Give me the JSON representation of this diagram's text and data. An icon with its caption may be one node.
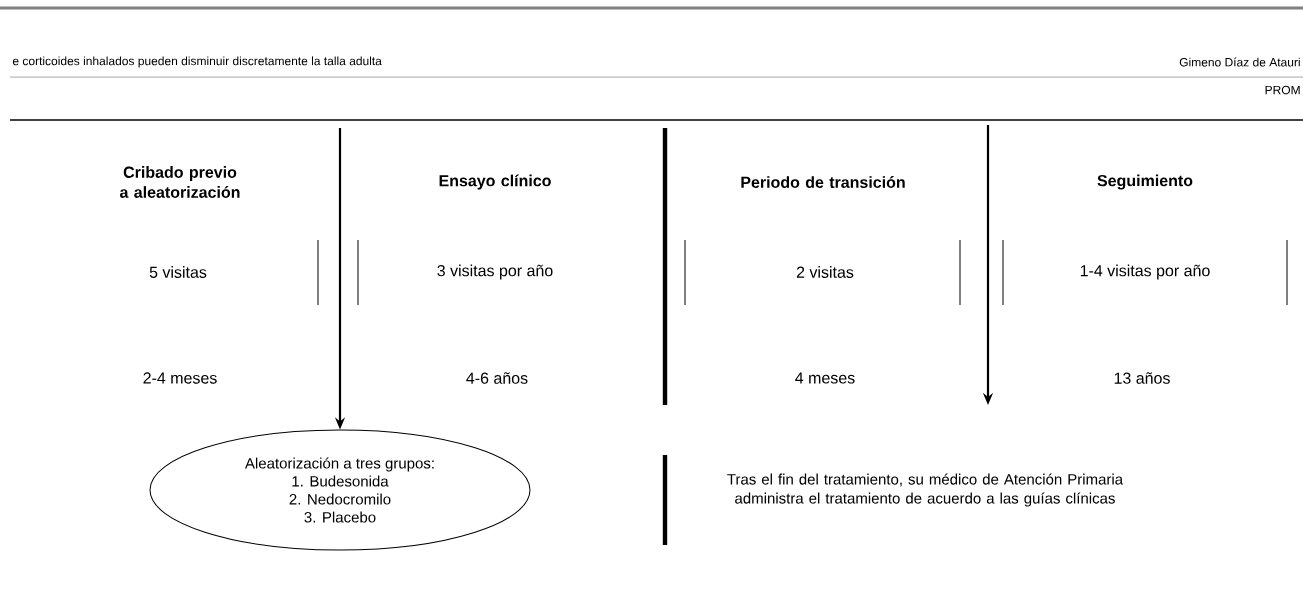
{
  "diagram": {
    "nodes": [
      {
        "text": [
          "Aleatorización a tres grupos:",
          "1. Budesonida",
          "2. Nedocromilo",
          "3. Placebo"
        ]
      },
      {
        "text": [
          "Tras el fin del tratamiento, su médico de Atención Primaria administra el tratamiento de acuerdo a las guías clínicas"
        ]
      }
    ],
    "edges": [
      {
        "from": null,
        "to": 0,
        "arrow": "to"
      },
      {
        "from": null,
        "to": 1,
        "arrow": "to"
      }
    ],
    "labels": [
      "e corticoides inhalados pueden disminuir discretamente la talla adulta",
      "Gimeno Díaz de Atauri",
      "PROM",
      "Cribado previo a aleatorización",
      "Ensayo clínico",
      "Periodo de transición",
      "Seguimiento",
      "5 visitas",
      "3 visitas por año",
      "2 visitas",
      "1-4 visitas por año",
      "2-4 meses",
      "4-6 años",
      "4 meses",
      "13 años"
    ]
  }
}
